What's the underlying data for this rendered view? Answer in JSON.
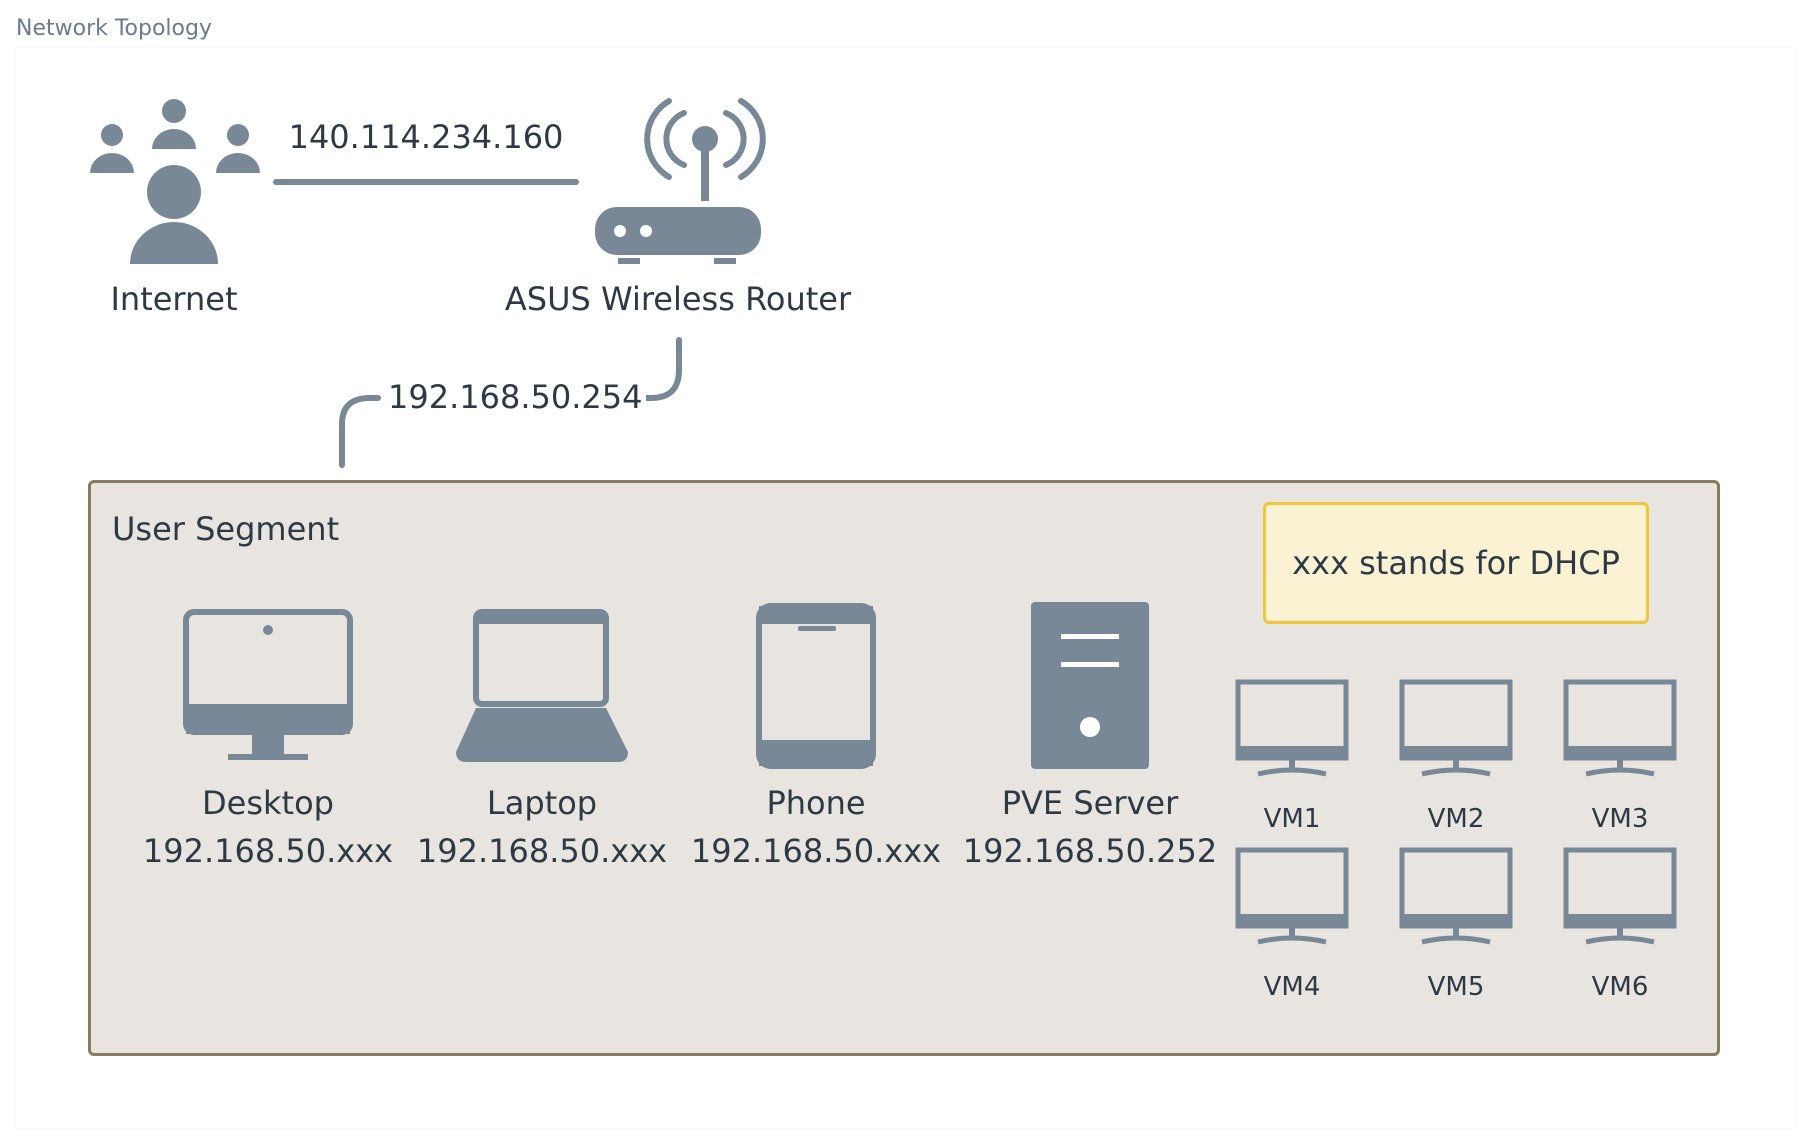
{
  "page": {
    "title": "Network Topology"
  },
  "internet": {
    "label": "Internet",
    "icon": "users-icon"
  },
  "router": {
    "label": "ASUS Wireless Router",
    "icon": "wireless-router-icon"
  },
  "links": {
    "internet_router_ip": "140.114.234.160",
    "router_segment_ip": "192.168.50.254"
  },
  "segment": {
    "title": "User Segment",
    "note": "xxx stands for DHCP",
    "devices": [
      {
        "name": "Desktop",
        "ip": "192.168.50.xxx",
        "icon": "desktop-icon"
      },
      {
        "name": "Laptop",
        "ip": "192.168.50.xxx",
        "icon": "laptop-icon"
      },
      {
        "name": "Phone",
        "ip": "192.168.50.xxx",
        "icon": "phone-icon"
      },
      {
        "name": "PVE Server",
        "ip": "192.168.50.252",
        "icon": "server-icon"
      }
    ],
    "vms": [
      {
        "name": "VM1"
      },
      {
        "name": "VM2"
      },
      {
        "name": "VM3"
      },
      {
        "name": "VM4"
      },
      {
        "name": "VM5"
      },
      {
        "name": "VM6"
      }
    ]
  },
  "colors": {
    "icon": "#788896",
    "segment_fill": "#e8e5e1",
    "segment_border": "#8a7a5c",
    "note_fill": "#fbf2d4",
    "note_border": "#f2c53d",
    "text": "#2d3a45"
  }
}
